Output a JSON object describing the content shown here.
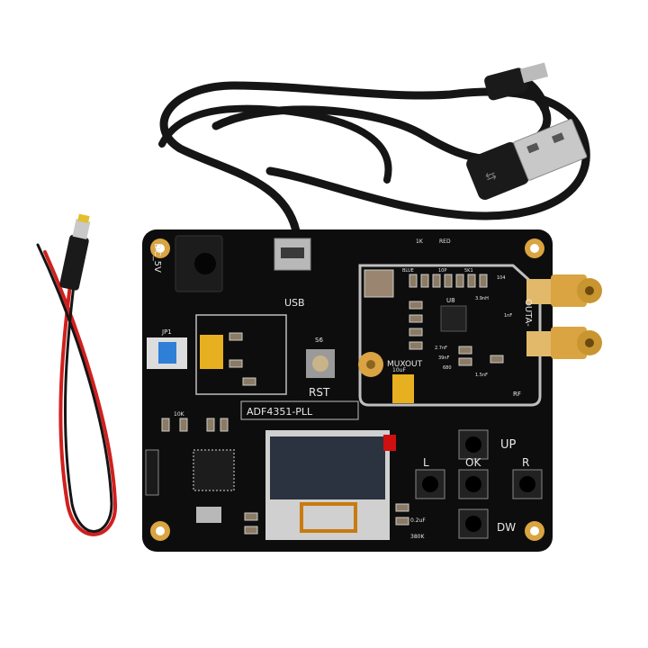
{
  "board": {
    "model": "ADF4351-PLL",
    "labels": {
      "power": "DC_5V",
      "usb": "USB",
      "reset": "RST",
      "reset_switch": "S6",
      "muxout": "MUXOUT",
      "out_a_minus": "OUTA-",
      "jumper": "JP1",
      "chip": "U8",
      "rf": "RF"
    },
    "buttons": [
      {
        "label": "UP"
      },
      {
        "label": "OK"
      },
      {
        "label": "L"
      },
      {
        "label": "R"
      },
      {
        "label": "DW"
      }
    ],
    "component_marks": [
      "1K",
      "RED",
      "BLUE",
      "104",
      "10P",
      "5K1",
      "2.7nF",
      "39nF",
      "680",
      "1.5nF",
      "3.9nH",
      "1nF",
      "10uF",
      "10K",
      "0.2uF",
      "380K"
    ]
  },
  "colors": {
    "pcb": "#0d0d0d",
    "silkscreen": "#e8e8e8",
    "gold": "#d9a441",
    "cable": "#151515",
    "wire_red": "#d0201e",
    "oled": "#2b3340"
  }
}
